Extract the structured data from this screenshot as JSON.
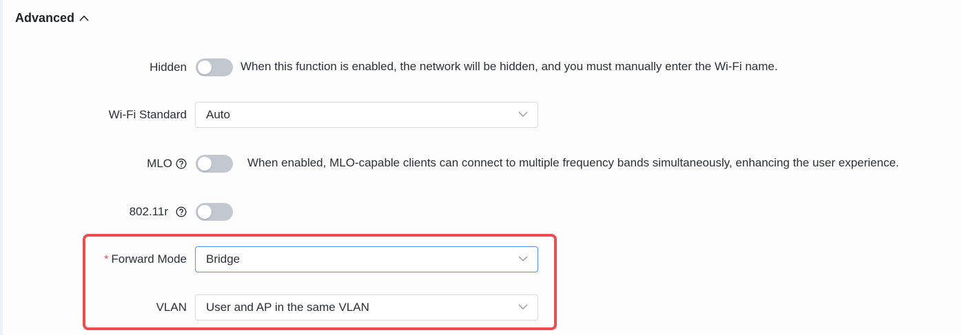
{
  "section": {
    "title": "Advanced",
    "expanded": true
  },
  "fields": {
    "hidden": {
      "label": "Hidden",
      "enabled": false,
      "description": "When this function is enabled, the network will be hidden, and you must manually enter the Wi-Fi name."
    },
    "wifi_standard": {
      "label": "Wi-Fi Standard",
      "value": "Auto"
    },
    "mlo": {
      "label": "MLO",
      "enabled": false,
      "description": "When enabled, MLO-capable clients can connect to multiple frequency bands simultaneously, enhancing the user experience."
    },
    "dot11r": {
      "label": "802.11r",
      "enabled": false
    },
    "forward_mode": {
      "label": "Forward Mode",
      "required_mark": "*",
      "value": "Bridge"
    },
    "vlan": {
      "label": "VLAN",
      "value": "User and AP in the same VLAN"
    }
  },
  "colors": {
    "highlight_border": "#f04b4b",
    "focus_border": "#5b8ff0",
    "toggle_off": "#c3c8d0",
    "required": "#f04848"
  }
}
